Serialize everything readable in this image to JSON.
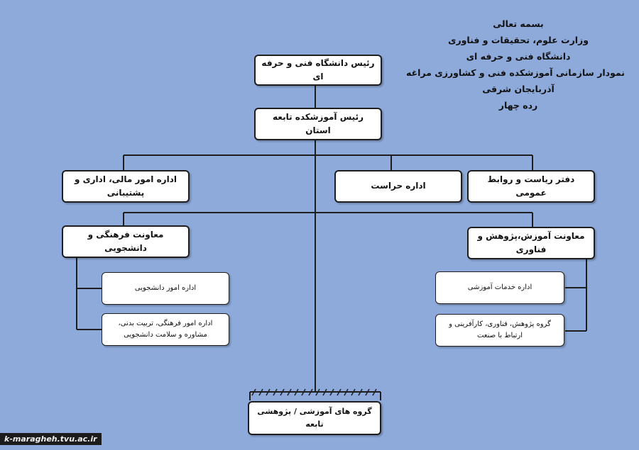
{
  "header": {
    "lines": [
      "بسمه تعالی",
      "وزارت علوم، تحقیقات و فناوری",
      "دانشگاه فنی و حرفه ای",
      "نمودار سازمانی آموزشکده فنی و کشاورزی مراغه",
      "آذربایجان شرقی",
      "رده چهار"
    ]
  },
  "boxes": {
    "university_head": "رئیس دانشگاه فنی و حرفه ای",
    "college_head": "رئیس آموزشکده تابعه استان",
    "finance_admin": "اداره امور مالی، اداری و پشتیبانی",
    "security": "اداره حراست",
    "pr_office": "دفتر ریاست و روابط عمومی",
    "cultural_deputy": "معاونت فرهنگی و دانشجویی",
    "education_deputy": "معاونت آموزش،پژوهش و فناوری",
    "student_affairs": "اداره امور دانشجویی",
    "cultural_affairs": "اداره امور فرهنگی، تربیت بدنی، مشاوره و سلامت دانشجویی",
    "education_services": "اداره خدمات آموزشی",
    "research_group": "گروه پژوهش، فناوری، کارآفرینی و ارتباط با صنعت",
    "edu_groups": "گروه های آموزشی / پژوهشی تابعه"
  },
  "watermark": "k-maragheh.tvu.ac.ir"
}
